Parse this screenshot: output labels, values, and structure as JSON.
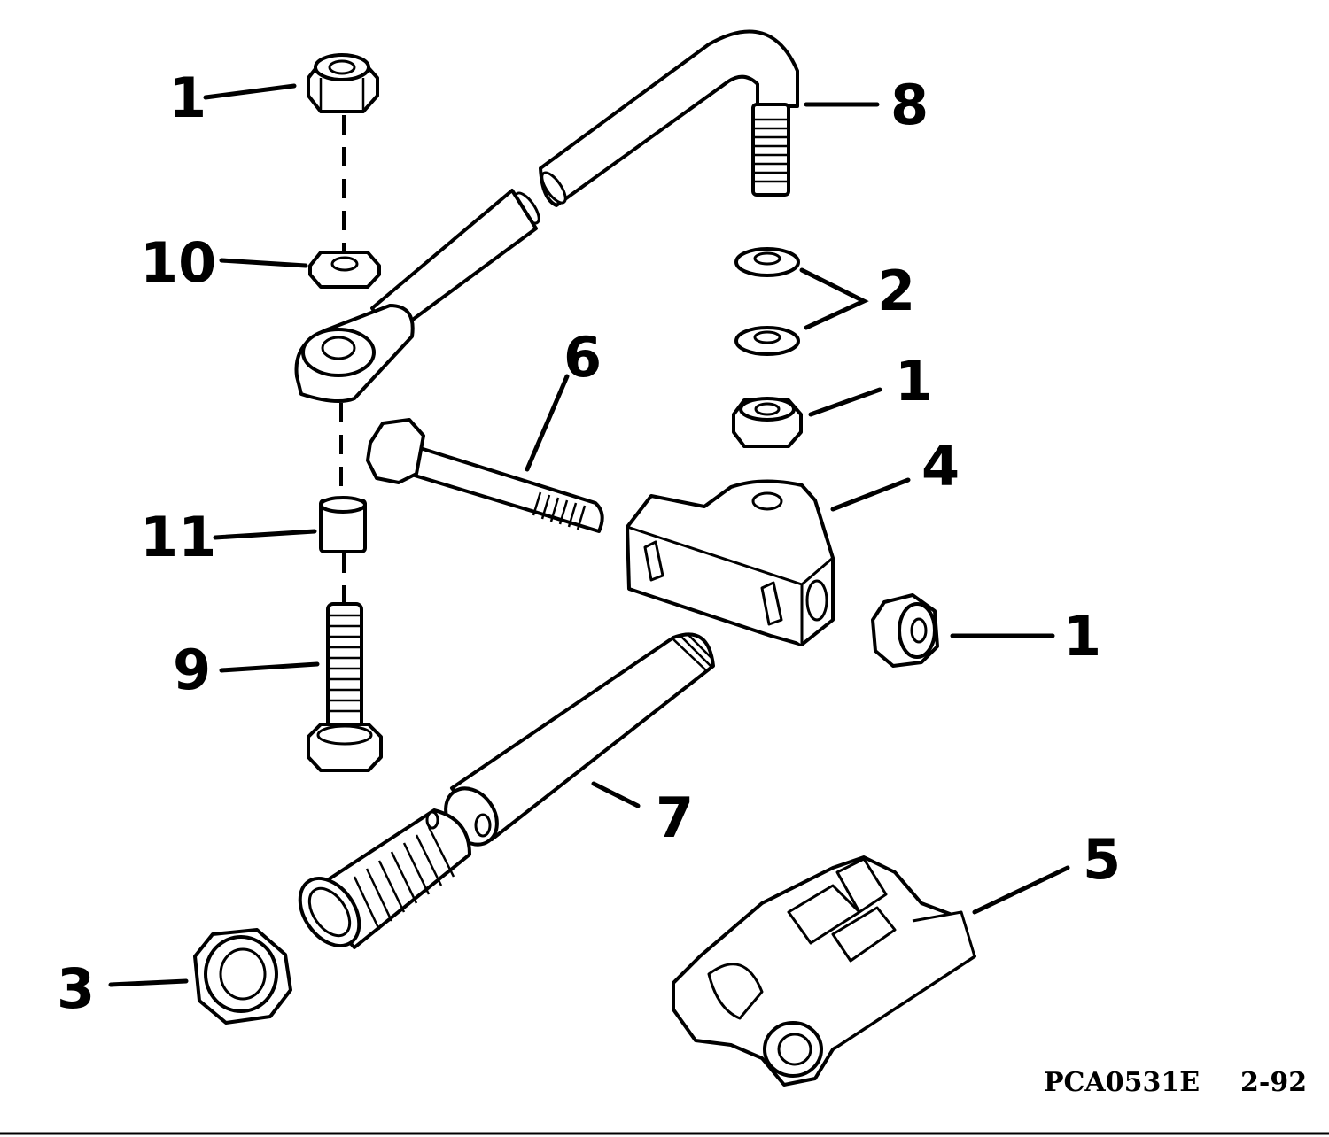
{
  "callouts": {
    "nut_top": "1",
    "washers": "2",
    "jam_nut": "3",
    "bracket": "4",
    "cradle": "5",
    "bolt": "6",
    "tube": "7",
    "link_rod": "8",
    "screw": "9",
    "washer_10": "10",
    "spacer": "11",
    "nut_mid": "1",
    "nut_right": "1"
  },
  "footer": {
    "part_code": "PCA0531E",
    "revision": "2-92"
  }
}
